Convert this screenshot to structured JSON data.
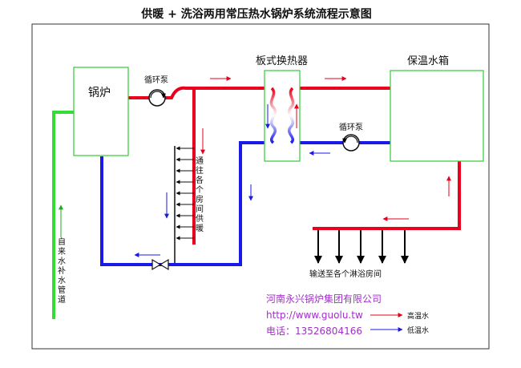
{
  "title": "供暖 + 洗浴两用常压热水锅炉系统流程示意图",
  "components": {
    "boiler": "锅炉",
    "heat_exchanger": "板式换热器",
    "tank": "保温水箱",
    "pump": "循环泵"
  },
  "vertical_labels": {
    "heating": [
      "通",
      "往",
      "各",
      "个",
      "房",
      "间",
      "供",
      "暖"
    ],
    "makeup": [
      "自",
      "来",
      "水",
      "补",
      "水",
      "管",
      "道"
    ]
  },
  "shower_label": "输送至各个淋浴房间",
  "company": {
    "name": "河南永兴锅炉集团有限公司",
    "url": "http://www.guolu.tw",
    "phone": "电话：13526804166"
  },
  "legend": {
    "hot": "高温水",
    "cold": "低温水"
  },
  "colors": {
    "hot": "#e8001c",
    "cold": "#1a1ae8",
    "makeup": "#33dd33",
    "box": "#33cc33",
    "info": "#a030c8"
  }
}
